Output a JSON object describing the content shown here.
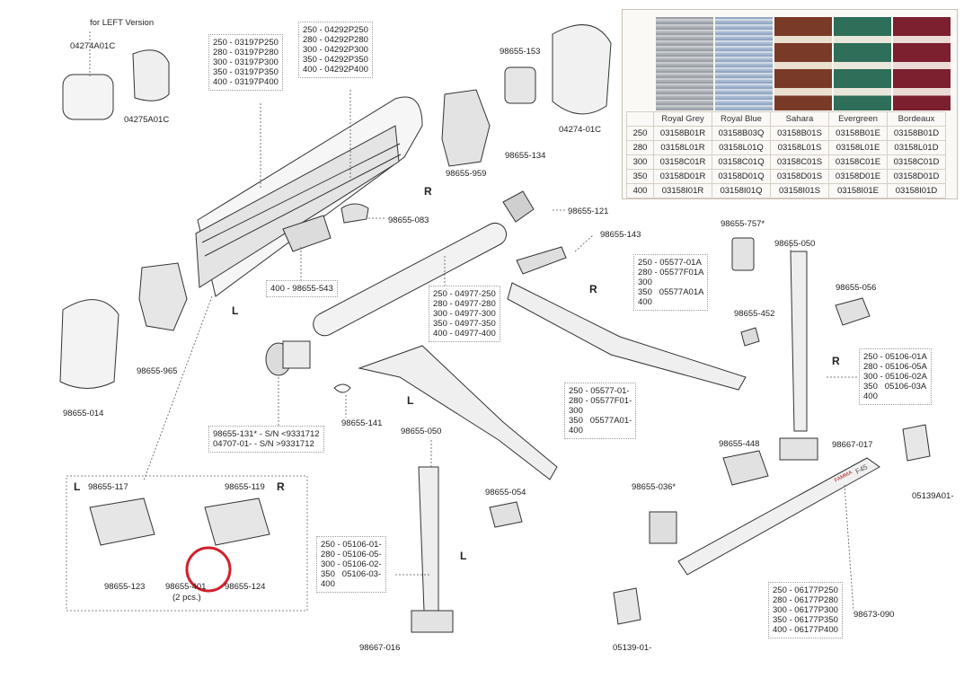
{
  "left_version_label": "for LEFT Version",
  "parts": {
    "p04274A01C": "04274A01C",
    "p04275A01C": "04275A01C",
    "p98655014": "98655-014",
    "p98655965": "98655-965",
    "p98655153": "98655-153",
    "p98655134": "98655-134",
    "p04274_01C": "04274-01C",
    "p98655959": "98655-959",
    "p98655083": "98655-083",
    "p98655121": "98655-121",
    "p98655143": "98655-143",
    "p98655141": "98655-141",
    "p98655757": "98655-757*",
    "p98655050a": "98655-050",
    "p98655056": "98655-056",
    "p98655452": "98655-452",
    "p98655448": "98655-448",
    "p98667017": "98667-017",
    "p05139A01": "05139A01-",
    "p98655050b": "98655-050",
    "p98655054": "98655-054",
    "p98655036": "98655-036*",
    "p98667016": "98667-016",
    "p05139_01": "05139-01-",
    "p98673090": "98673-090",
    "p98655117": "98655-117",
    "p98655119": "98655-119",
    "p98655123": "98655-123",
    "p98655401": "98655-401",
    "p2pcs": "(2 pcs.)",
    "p98655124": "98655-124"
  },
  "side_labels": {
    "R1": "R",
    "L1": "L",
    "R2": "R",
    "L2": "L",
    "R3": "R",
    "L3": "L",
    "L_box": "L",
    "R_box": "R"
  },
  "boxes": {
    "profile": [
      "250 - 03197P250",
      "280 - 03197P280",
      "300 - 03197P300",
      "350 - 03197P350",
      "400 - 03197P400"
    ],
    "cover": [
      "250 - 04292P250",
      "280 - 04292P280",
      "300 - 04292P300",
      "350 - 04292P350",
      "400 - 04292P400"
    ],
    "rail": [
      "400 - 98655-543"
    ],
    "tube": [
      "250 - 04977-250",
      "280 - 04977-280",
      "300 - 04977-300",
      "350 - 04977-350",
      "400 - 04977-400"
    ],
    "spring": [
      "98655-131* - S/N <9331712",
      "04707-01- - S/N >9331712"
    ],
    "armR": [
      "250 - 05577-01A",
      "280 - 05577F01A",
      "300",
      "350",
      "400"
    ],
    "armR_shared": "05577A01A",
    "armL": [
      "250 - 05577-01-",
      "280 - 05577F01-",
      "300",
      "350",
      "400"
    ],
    "armL_shared": "05577A01-",
    "legR": [
      "250 - 05106-01A",
      "280 - 05106-05A",
      "300 - 05106-02A",
      "350",
      "400"
    ],
    "legR_shared": "05106-03A",
    "legL": [
      "250 - 05106-01-",
      "280 - 05106-05-",
      "300 - 05106-02-",
      "350",
      "400"
    ],
    "legL_shared": "05106-03-",
    "frontbar": [
      "250 - 06177P250",
      "280 - 06177P280",
      "300 - 06177P300",
      "350 - 06177P350",
      "400 - 06177P400"
    ]
  },
  "brand_label": "FAMMA",
  "model_label": "F45",
  "color_table": {
    "headers": [
      "",
      "Royal Grey",
      "Royal Blue",
      "Sahara",
      "Evergreen",
      "Bordeaux"
    ],
    "rows": [
      [
        "250",
        "03158B01R",
        "03158B03Q",
        "03158B01S",
        "03158B01E",
        "03158B01D"
      ],
      [
        "280",
        "03158L01R",
        "03158L01Q",
        "03158L01S",
        "03158L01E",
        "03158L01D"
      ],
      [
        "300",
        "03158C01R",
        "03158C01Q",
        "03158C01S",
        "03158C01E",
        "03158C01D"
      ],
      [
        "350",
        "03158D01R",
        "03158D01Q",
        "03158D01S",
        "03158D01E",
        "03158D01D"
      ],
      [
        "400",
        "03158I01R",
        "03158I01Q",
        "03158I01S",
        "03158I01E",
        "03158I01D"
      ]
    ]
  },
  "colors": {
    "highlight_circle": "#d0202a",
    "line": "#333333"
  }
}
